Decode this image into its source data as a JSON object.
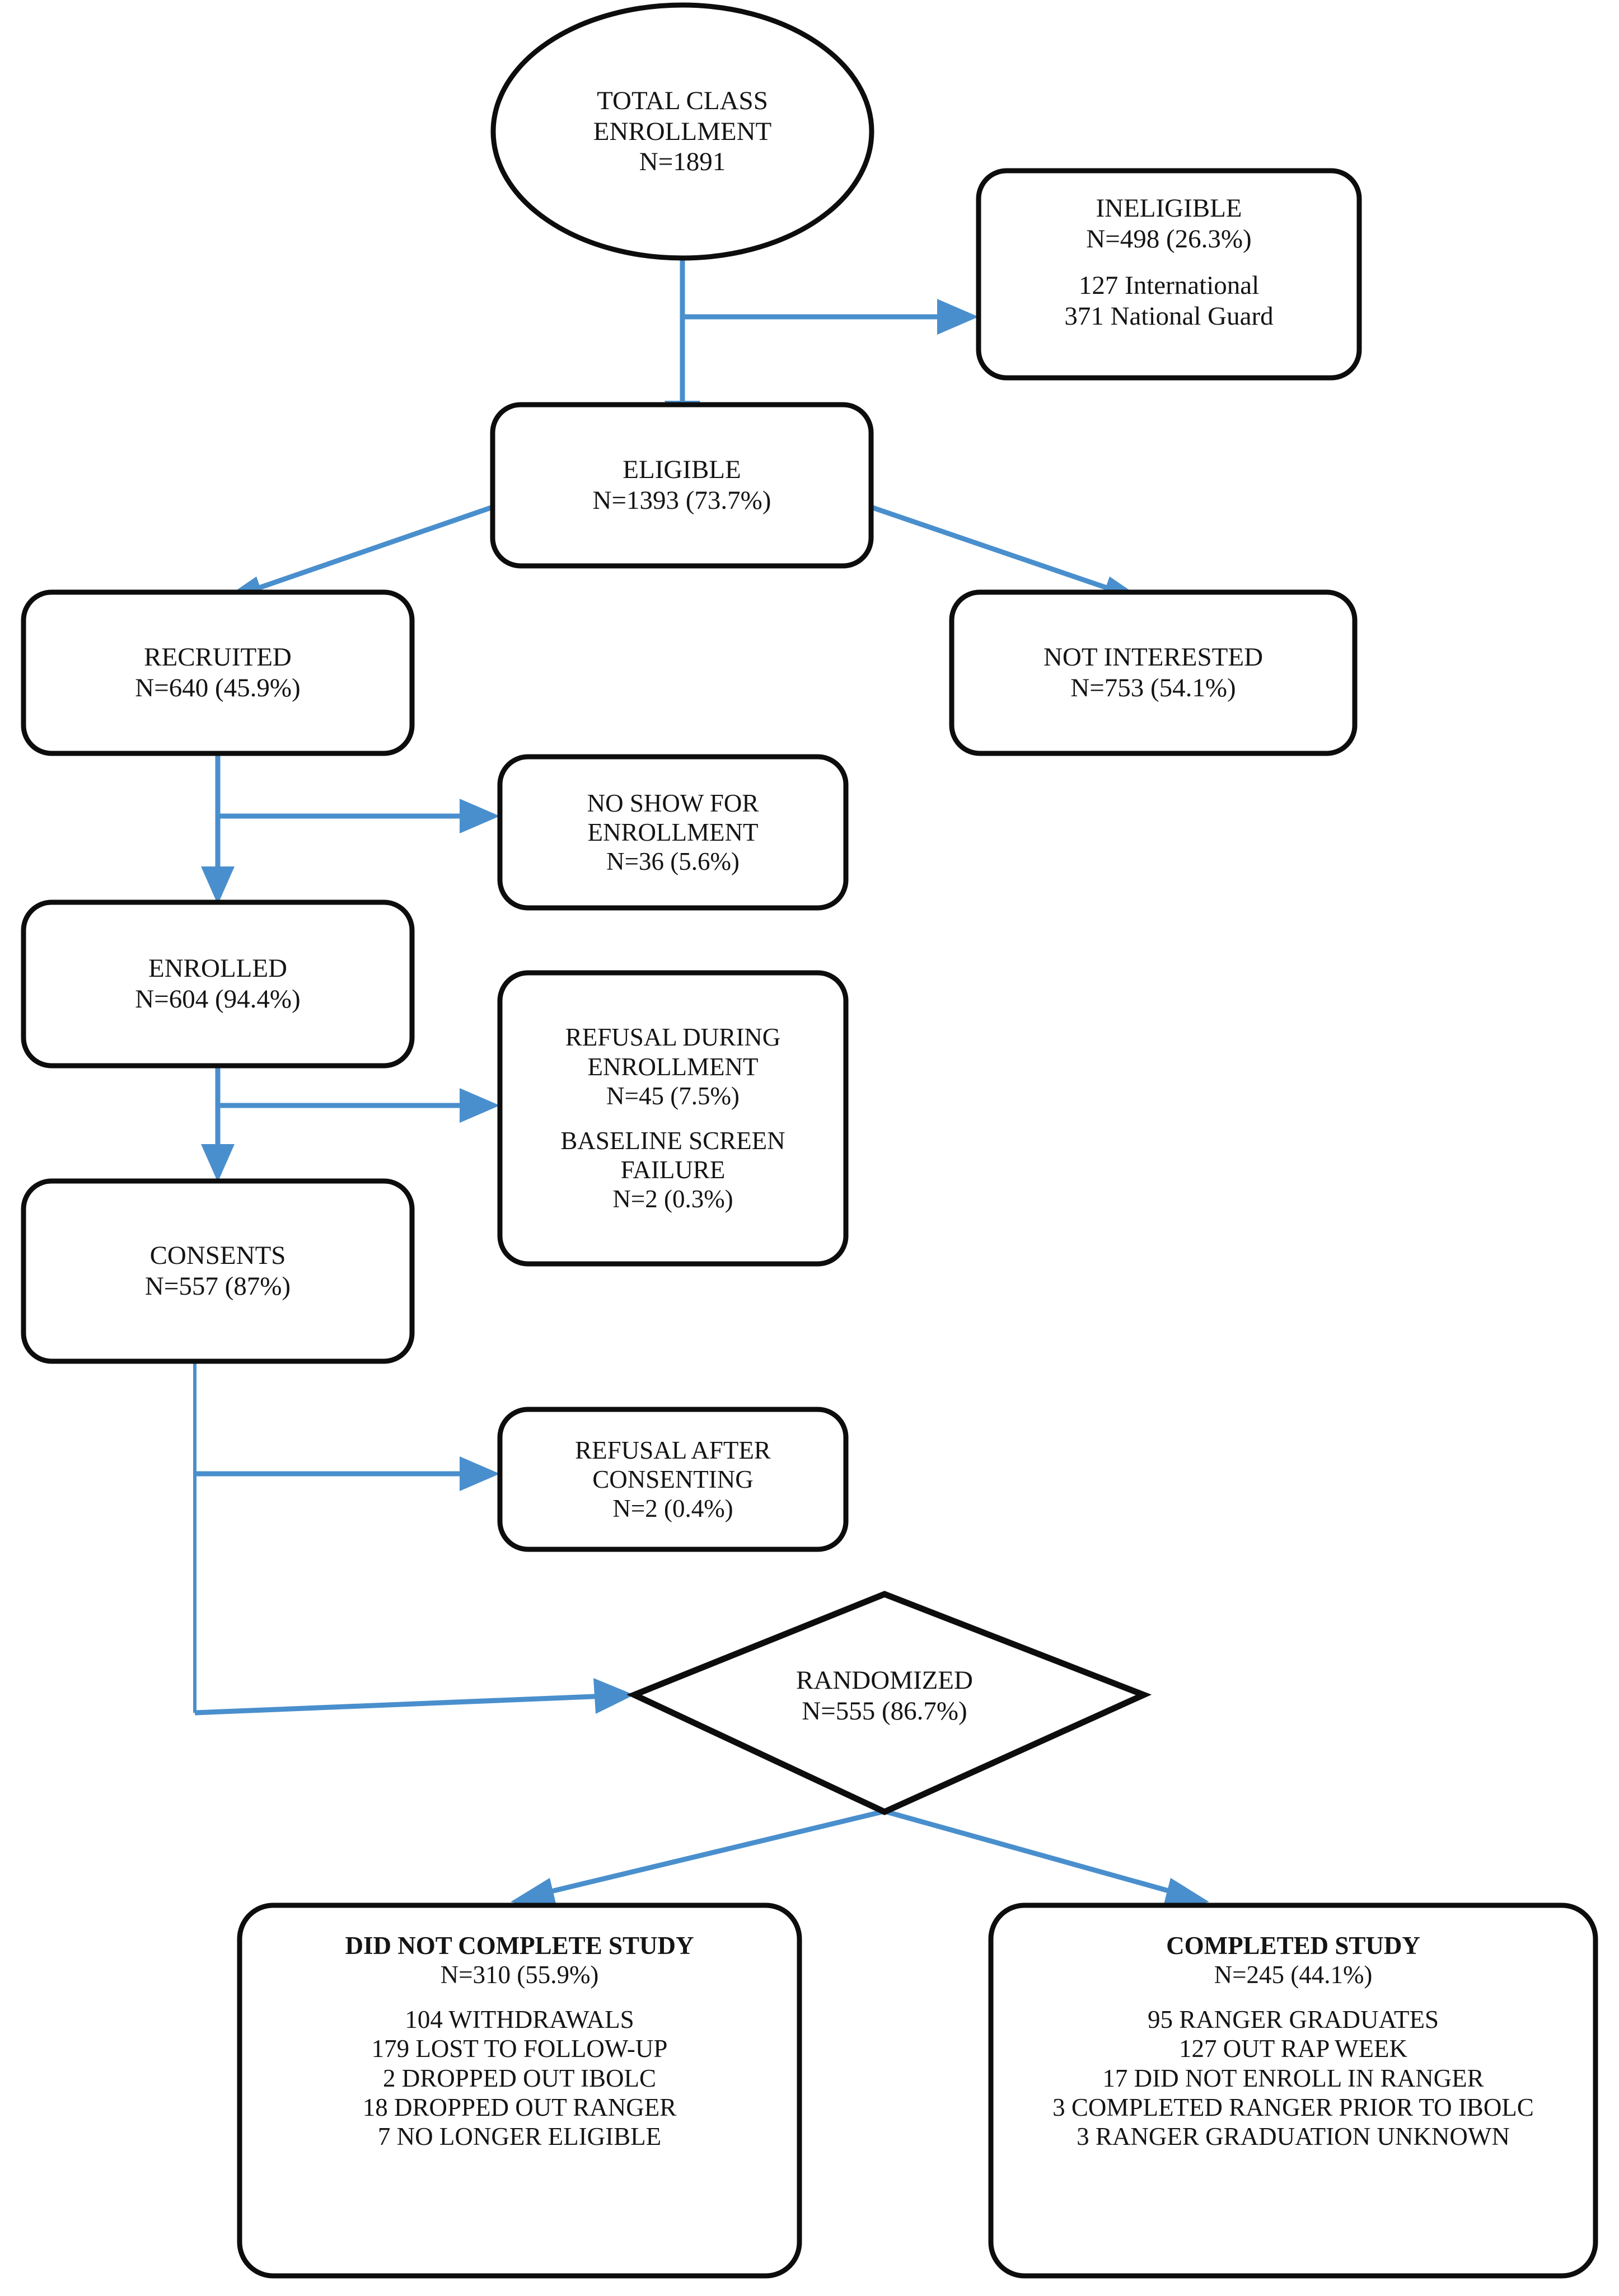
{
  "figure": {
    "type": "consort-flow-diagram",
    "colors": {
      "arrow": "#4a8fcd",
      "outline": "#0d0d0d",
      "background": "#ffffff",
      "text": "#141414"
    }
  },
  "nodes": {
    "total_enrollment": {
      "shape": "ellipse",
      "title": "TOTAL CLASS",
      "title2": "ENROLLMENT",
      "count": "N=1891"
    },
    "ineligible": {
      "shape": "rounded-rect",
      "title": "INELIGIBLE",
      "count": "N=498 (26.3%)",
      "detail_1": "127 International",
      "detail_2": "371 National Guard"
    },
    "eligible": {
      "shape": "rounded-rect",
      "title": "ELIGIBLE",
      "count": "N=1393 (73.7%)"
    },
    "recruited": {
      "shape": "rounded-rect",
      "title": "RECRUITED",
      "count": "N=640 (45.9%)"
    },
    "not_interested": {
      "shape": "rounded-rect",
      "title": "NOT INTERESTED",
      "count": "N=753 (54.1%)"
    },
    "no_show": {
      "shape": "rounded-rect",
      "title": "NO SHOW FOR",
      "title2": "ENROLLMENT",
      "count": "N=36 (5.6%)"
    },
    "enrolled": {
      "shape": "rounded-rect",
      "title": "ENROLLED",
      "count": "N=604 (94.4%)"
    },
    "refusal_during_enrollment": {
      "shape": "rounded-rect",
      "title": "REFUSAL DURING",
      "title2": "ENROLLMENT",
      "count": "N=45 (7.5%)",
      "title_b": "BASELINE SCREEN",
      "title_b2": "FAILURE",
      "count_b": "N=2 (0.3%)"
    },
    "consents": {
      "shape": "rounded-rect",
      "title": "CONSENTS",
      "count": "N=557 (87%)"
    },
    "refusal_after_consenting": {
      "shape": "rounded-rect",
      "title": "REFUSAL AFTER",
      "title2": "CONSENTING",
      "count": "N=2 (0.4%)"
    },
    "randomized": {
      "shape": "diamond",
      "title": "RANDOMIZED",
      "count": "N=555 (86.7%)"
    },
    "did_not_complete": {
      "shape": "rounded-rect",
      "title": "DID NOT COMPLETE STUDY",
      "count": "N=310 (55.9%)",
      "items": [
        "104 WITHDRAWALS",
        "179 LOST TO FOLLOW-UP",
        "2 DROPPED OUT IBOLC",
        "18 DROPPED OUT RANGER",
        "7 NO LONGER ELIGIBLE"
      ]
    },
    "completed_study": {
      "shape": "rounded-rect",
      "title": "COMPLETED STUDY",
      "count": "N=245 (44.1%)",
      "items": [
        "95 RANGER GRADUATES",
        "127 OUT RAP WEEK",
        "17 DID NOT ENROLL IN RANGER",
        "3 COMPLETED RANGER PRIOR TO IBOLC",
        "3 RANGER GRADUATION UNKNOWN"
      ]
    }
  },
  "chart_data": {
    "type": "flow",
    "title": "Study enrollment and randomization flow",
    "stages": [
      {
        "name": "TOTAL CLASS ENROLLMENT",
        "n": 1891,
        "percent": null
      },
      {
        "name": "INELIGIBLE",
        "n": 498,
        "percent": 26.3,
        "breakdown": [
          {
            "label": "International",
            "n": 127
          },
          {
            "label": "National Guard",
            "n": 371
          }
        ]
      },
      {
        "name": "ELIGIBLE",
        "n": 1393,
        "percent": 73.7
      },
      {
        "name": "RECRUITED",
        "n": 640,
        "percent": 45.9
      },
      {
        "name": "NOT INTERESTED",
        "n": 753,
        "percent": 54.1
      },
      {
        "name": "NO SHOW FOR ENROLLMENT",
        "n": 36,
        "percent": 5.6
      },
      {
        "name": "ENROLLED",
        "n": 604,
        "percent": 94.4
      },
      {
        "name": "REFUSAL DURING ENROLLMENT",
        "n": 45,
        "percent": 7.5
      },
      {
        "name": "BASELINE SCREEN FAILURE",
        "n": 2,
        "percent": 0.3
      },
      {
        "name": "CONSENTS",
        "n": 557,
        "percent": 87
      },
      {
        "name": "REFUSAL AFTER CONSENTING",
        "n": 2,
        "percent": 0.4
      },
      {
        "name": "RANDOMIZED",
        "n": 555,
        "percent": 86.7
      },
      {
        "name": "DID NOT COMPLETE STUDY",
        "n": 310,
        "percent": 55.9,
        "breakdown": [
          {
            "label": "WITHDRAWALS",
            "n": 104
          },
          {
            "label": "LOST TO FOLLOW-UP",
            "n": 179
          },
          {
            "label": "DROPPED OUT IBOLC",
            "n": 2
          },
          {
            "label": "DROPPED OUT RANGER",
            "n": 18
          },
          {
            "label": "NO LONGER ELIGIBLE",
            "n": 7
          }
        ]
      },
      {
        "name": "COMPLETED STUDY",
        "n": 245,
        "percent": 44.1,
        "breakdown": [
          {
            "label": "RANGER GRADUATES",
            "n": 95
          },
          {
            "label": "OUT RAP WEEK",
            "n": 127
          },
          {
            "label": "DID NOT ENROLL IN RANGER",
            "n": 17
          },
          {
            "label": "COMPLETED RANGER PRIOR TO IBOLC",
            "n": 3
          },
          {
            "label": "RANGER GRADUATION UNKNOWN",
            "n": 3
          }
        ]
      }
    ],
    "edges": [
      {
        "from": "TOTAL CLASS ENROLLMENT",
        "to": "INELIGIBLE"
      },
      {
        "from": "TOTAL CLASS ENROLLMENT",
        "to": "ELIGIBLE"
      },
      {
        "from": "ELIGIBLE",
        "to": "RECRUITED"
      },
      {
        "from": "ELIGIBLE",
        "to": "NOT INTERESTED"
      },
      {
        "from": "RECRUITED",
        "to": "NO SHOW FOR ENROLLMENT"
      },
      {
        "from": "RECRUITED",
        "to": "ENROLLED"
      },
      {
        "from": "ENROLLED",
        "to": "REFUSAL DURING ENROLLMENT"
      },
      {
        "from": "ENROLLED",
        "to": "CONSENTS"
      },
      {
        "from": "CONSENTS",
        "to": "REFUSAL AFTER CONSENTING"
      },
      {
        "from": "CONSENTS",
        "to": "RANDOMIZED"
      },
      {
        "from": "RANDOMIZED",
        "to": "DID NOT COMPLETE STUDY"
      },
      {
        "from": "RANDOMIZED",
        "to": "COMPLETED STUDY"
      }
    ]
  }
}
